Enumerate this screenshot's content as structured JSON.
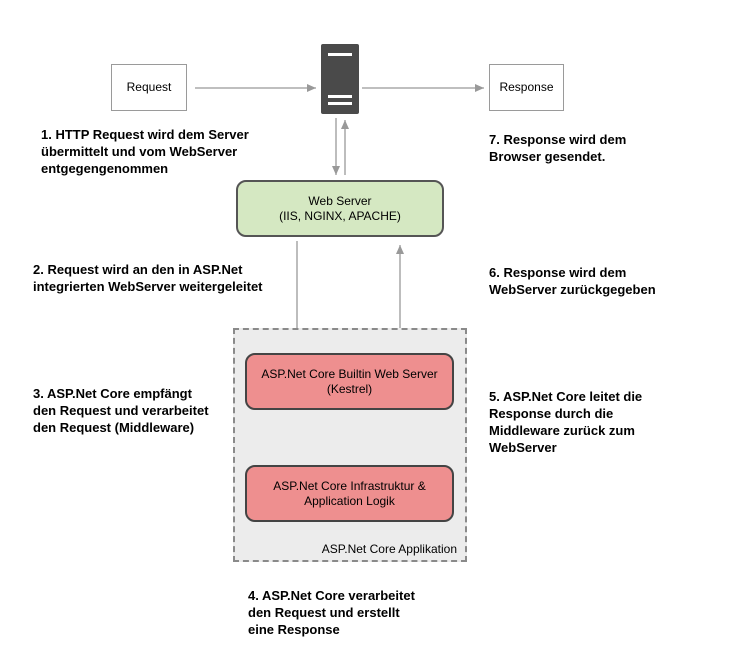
{
  "nodes": {
    "request": "Request",
    "response": "Response",
    "web_server": {
      "line1": "Web Server",
      "line2": "(IIS, NGINX, APACHE)"
    },
    "kestrel": {
      "line1": "ASP.Net Core Builtin Web Server",
      "line2": "(Kestrel)"
    },
    "infrastructure": {
      "line1": "ASP.Net Core Infrastruktur &",
      "line2": "Application Logik"
    },
    "container_label": "ASP.Net Core Applikation"
  },
  "steps": {
    "step1": "1. HTTP Request wird dem Server\nübermittelt und vom WebServer\nentgegengenommen",
    "step2": "2. Request wird an den in ASP.Net\nintegrierten WebServer weitergeleitet",
    "step3": "3. ASP.Net Core empfängt\nden Request und verarbeitet\nden Request (Middleware)",
    "step4": "4. ASP.Net Core verarbeitet\nden Request und erstellt\neine Response",
    "step5": "5. ASP.Net Core leitet die\nResponse durch die\nMiddleware zurück zum\nWebServer",
    "step6": "6. Response wird dem\nWebServer zurückgegeben",
    "step7": "7. Response wird dem\nBrowser gesendet."
  },
  "icons": {
    "server": "server-icon"
  },
  "colors": {
    "web_server_fill": "#d5e8c2",
    "asp_box_fill": "#ee8f8f",
    "container_fill": "#ececec",
    "arrow": "#999999"
  }
}
